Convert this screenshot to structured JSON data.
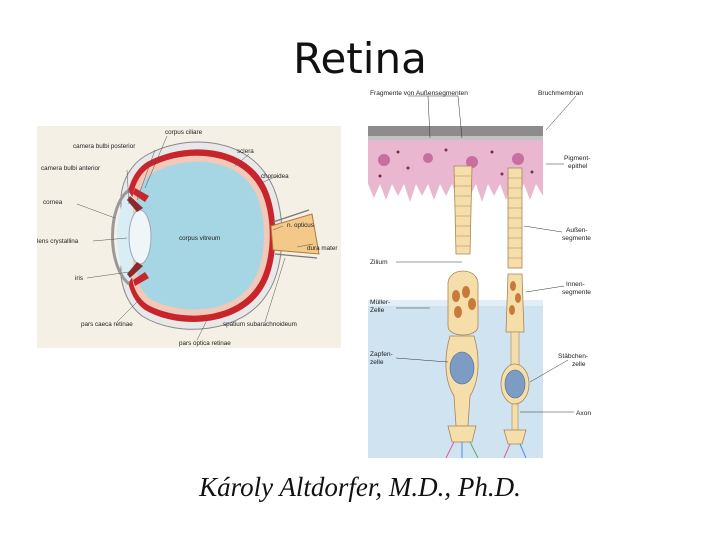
{
  "slide": {
    "title": "Retina",
    "author": "Károly Altdorfer, M.D., Ph.D."
  },
  "eye_diagram": {
    "labels": {
      "corpus_ciliare": "corpus ciliare",
      "camera_posterior": "camera bulbi posterior",
      "camera_anterior": "camera bulbi anterior",
      "sclera": "sclera",
      "choroidea": "choroidea",
      "cornea": "cornea",
      "lens": "lens crystallina",
      "corpus_vitreum": "corpus vitreum",
      "n_opticus": "n. opticus",
      "dura_mater": "dura mater",
      "iris": "iris",
      "pars_caeca": "pars caeca retinae",
      "spatium": "spatium subarachnoideum",
      "pars_optica": "pars optica retinae"
    }
  },
  "retina_diagram": {
    "labels": {
      "fragmente": "Fragmente von Außensegmenten",
      "bruchmembran": "Bruchmembran",
      "pigment1": "Pigment-",
      "pigment2": "epithel",
      "aussen1": "Außen-",
      "aussen2": "segmente",
      "zilium": "Zilium",
      "innen1": "Innen-",
      "innen2": "segmente",
      "mueller1": "Müller-",
      "mueller2": "Zelle",
      "zapfen1": "Zapfen-",
      "zapfen2": "zelle",
      "staebchen1": "Stäbchen-",
      "staebchen2": "zelle",
      "axon": "Axon"
    }
  }
}
